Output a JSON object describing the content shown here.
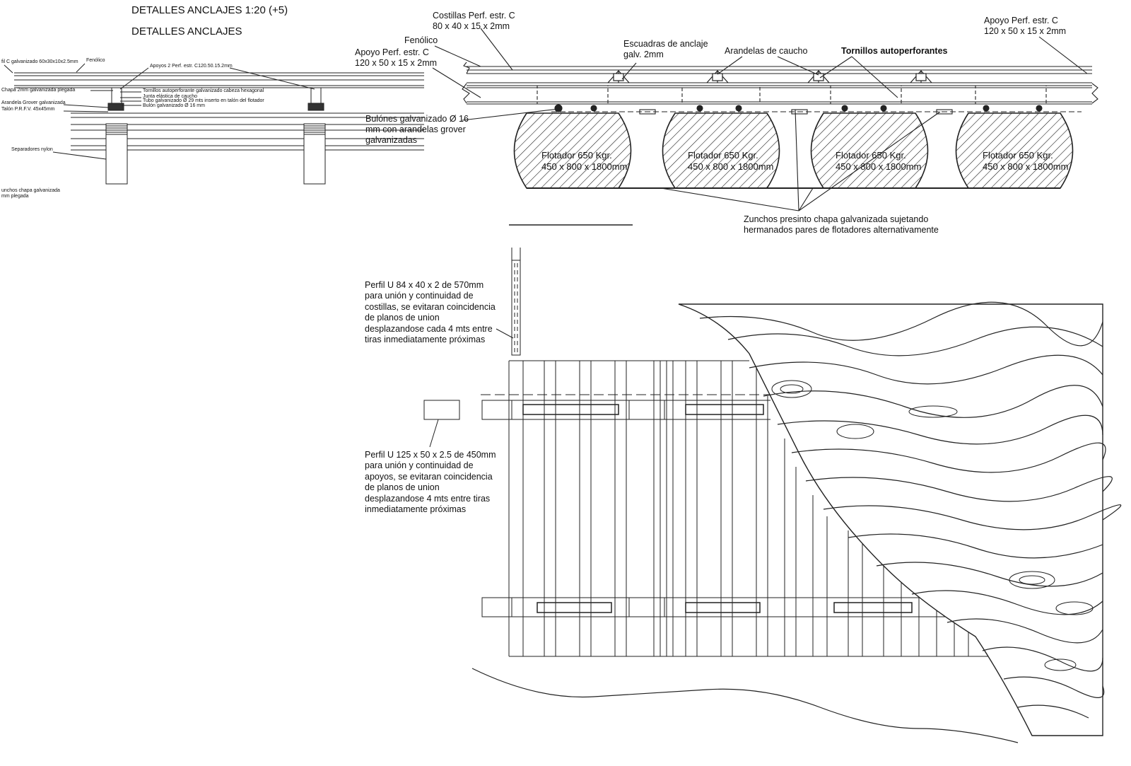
{
  "header": {
    "title_scale": "DETALLES ANCLAJES 1:20   (+5)",
    "title": "DETALLES ANCLAJES"
  },
  "small_detail": {
    "labels": {
      "perfil_c": "fil C galvanizado 60x30x10x2.5mm",
      "fenolico": "Fenólico",
      "apoyos": "Apoyos 2 Perf. estr. C120.50.15.2mm",
      "chapa": "Chapa 2mm galvanizada plegada",
      "tornillos": "Tornillos autoperforante galvanizado cabeza hexagonal",
      "junta": "Junta elástica de caucho",
      "arandela": "Arandela Grover galvanizada",
      "tubo": "Tubo galvanizado  Ø 29 mts inserto en talón del flotador",
      "talon": "Talón P.R.F.V. 45x45mm",
      "bulon": "Bulón galvanizado  Ø 16 mm",
      "separadores": "Separadores nylon",
      "zunchos": "unchos chapa galvanizada\nmm plegada"
    }
  },
  "section": {
    "labels": {
      "costillas": "Costillas Perf. estr. C\n80 x 40 x 15 x 2mm",
      "fenolico": "Fenólico",
      "apoyo_left": "Apoyo Perf. estr. C\n120 x 50 x 15 x 2mm",
      "escuadras": "Escuadras de anclaje\ngalv. 2mm",
      "arandelas": "Arandelas de caucho",
      "tornillos": "Tornillos autoperforantes",
      "apoyo_right": "Apoyo Perf. estr. C\n120 x 50 x 15 x 2mm",
      "bulones": "Bulónes galvanizado  Ø 16\nmm con arandelas grover\ngalvanizadas",
      "zunchos": "Zunchos presinto chapa galvanizada sujetando\nhermanados pares de flotadores alternativamente"
    },
    "floats": [
      "Flotador 650 Kgr.\n450 x 800 x 1800mm",
      "Flotador 650 Kgr.\n450 x 800 x 1800mm",
      "Flotador 650 Kgr.\n450 x 800 x 1800mm",
      "Flotador 650 Kgr.\n450 x 800 x 1800mm"
    ]
  },
  "plan": {
    "labels": {
      "perfil_u84": "Perfil U 84 x 40 x 2 de 570mm\npara unión y continuidad de\ncostillas, se evitaran coincidencia\nde planos de union\ndesplazandose cada 4 mts entre\ntiras inmediatamente próximas",
      "perfil_u125": "Perfil U 125 x 50 x 2.5 de 450mm\npara unión y continuidad de\napoyos, se evitaran coincidencia\nde planos de union\ndesplazandose 4 mts entre tiras\ninmediatamente próximas"
    }
  }
}
